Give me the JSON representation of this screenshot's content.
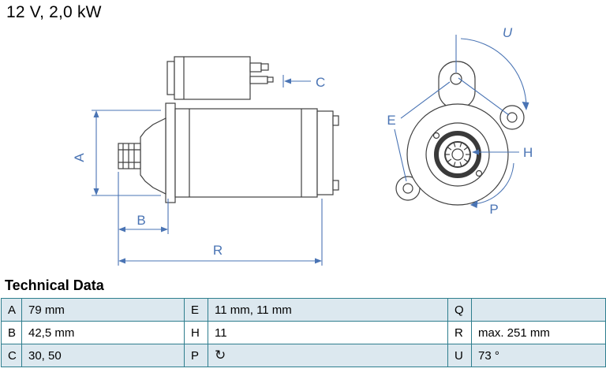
{
  "page": {
    "title": "12 V, 2,0 kW"
  },
  "diagram": {
    "accent_color": "#4a74b4",
    "labels": {
      "a": "A",
      "b": "B",
      "c": "C",
      "r": "R",
      "u": "U",
      "e": "E",
      "h": "H",
      "p": "P"
    }
  },
  "technical_data": {
    "heading": "Technical Data",
    "rotation_icon": "↻",
    "rows": [
      {
        "cells": [
          {
            "k": "A",
            "v": "79 mm"
          },
          {
            "k": "E",
            "v": "11 mm, 11 mm"
          },
          {
            "k": "Q",
            "v": ""
          }
        ]
      },
      {
        "cells": [
          {
            "k": "B",
            "v": "42,5 mm"
          },
          {
            "k": "H",
            "v": "11"
          },
          {
            "k": "R",
            "v": "max. 251 mm"
          }
        ]
      },
      {
        "cells": [
          {
            "k": "C",
            "v": "30, 50"
          },
          {
            "k": "P",
            "v": ""
          },
          {
            "k": "U",
            "v": "73 °"
          }
        ]
      }
    ]
  }
}
